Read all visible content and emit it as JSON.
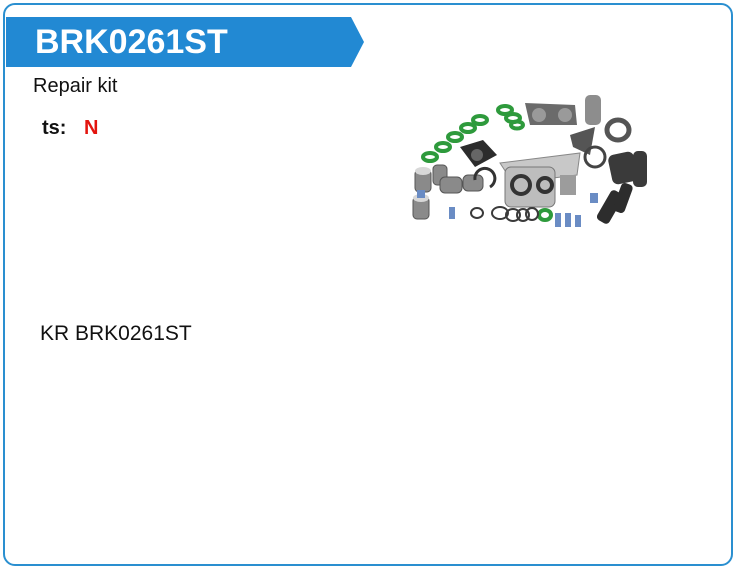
{
  "product": {
    "code": "BRK0261ST",
    "description": "Repair kit",
    "ts_label": "ts:",
    "ts_value": "N",
    "reference": "KR BRK0261ST",
    "image_icon": "repair-kit-parts-image"
  },
  "colors": {
    "accent": "#2a8fd0",
    "banner": "#2289d3",
    "ts_value": "#e3140e"
  }
}
